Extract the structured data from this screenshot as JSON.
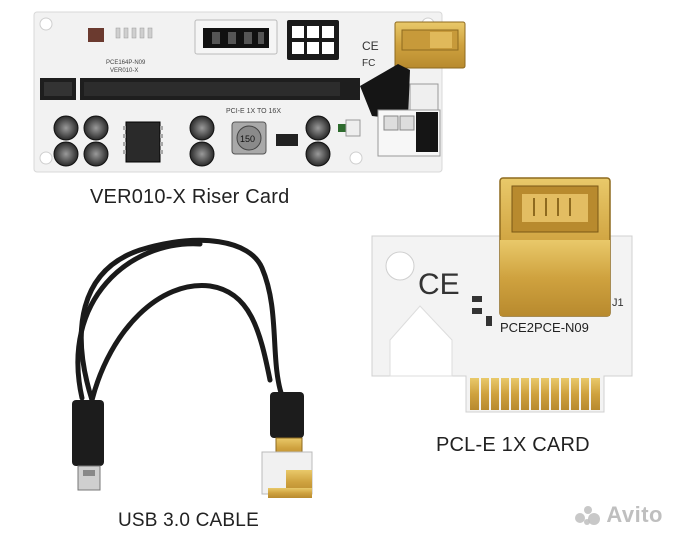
{
  "captions": {
    "riser_card": "VER010-X Riser Card",
    "pcie_card": "PCL-E 1X CARD",
    "usb_cable": "USB 3.0 CABLE"
  },
  "riser_board": {
    "model_label": "PCE164P-N09",
    "version_label": "VER010-X",
    "slot_label": "PCI-E 1X TO 16X",
    "inductor_value": "150",
    "ce_mark": "CE",
    "fc_mark": "FC"
  },
  "adapter_card": {
    "model_label": "PCE2PCE-N09",
    "connector_label": "J1",
    "ce_mark": "CE"
  },
  "watermark": {
    "brand": "Avito"
  },
  "colors": {
    "board": "#f3f3f3",
    "gold": "#d4a94a",
    "cable": "#1a1a1a",
    "slot": "#1f1f1f"
  }
}
